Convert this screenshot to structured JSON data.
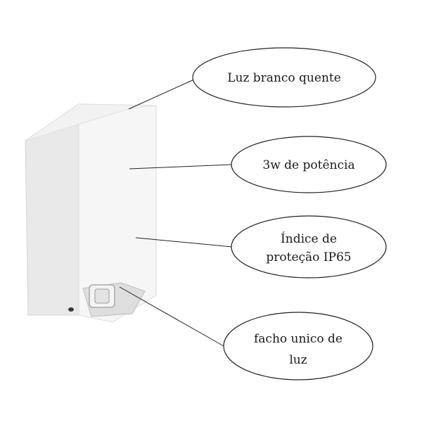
{
  "product": {
    "name": "wall-light-fixture",
    "colors": {
      "front": "#ececec",
      "side": "#f7f7f7",
      "top": "#f3f3f3",
      "outline": "#d6d6d6"
    }
  },
  "callouts": [
    {
      "id": "color",
      "lines": [
        "Luz branco quente"
      ]
    },
    {
      "id": "power",
      "lines": [
        "3w de potência"
      ]
    },
    {
      "id": "protection",
      "lines": [
        "Índice de",
        "proteção IP65"
      ]
    },
    {
      "id": "beam",
      "lines": [
        "facho unico de",
        "luz"
      ]
    }
  ]
}
